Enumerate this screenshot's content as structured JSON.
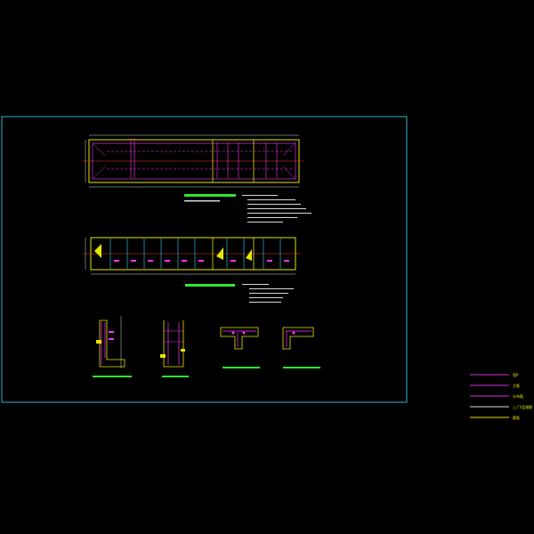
{
  "drawing": {
    "frame_color": "#33b3cc",
    "background": "#000000"
  },
  "legend": {
    "items": [
      {
        "label": "墙P",
        "color": "#d633d6"
      },
      {
        "label": "主筋",
        "color": "#d633d6"
      },
      {
        "label": "分布筋",
        "color": "#d633d6"
      },
      {
        "label": "上/下层钢筋",
        "color": "#d6d6d6"
      },
      {
        "label": "箍筋",
        "color": "#e6e600"
      }
    ]
  },
  "colors": {
    "outline": "#e6e600",
    "rebar": "#ff33ff",
    "dimension": "#d6d6d6",
    "axis": "#33e633",
    "cyan": "#33d6ff",
    "red": "#ff3333",
    "green_text": "#33e633"
  }
}
